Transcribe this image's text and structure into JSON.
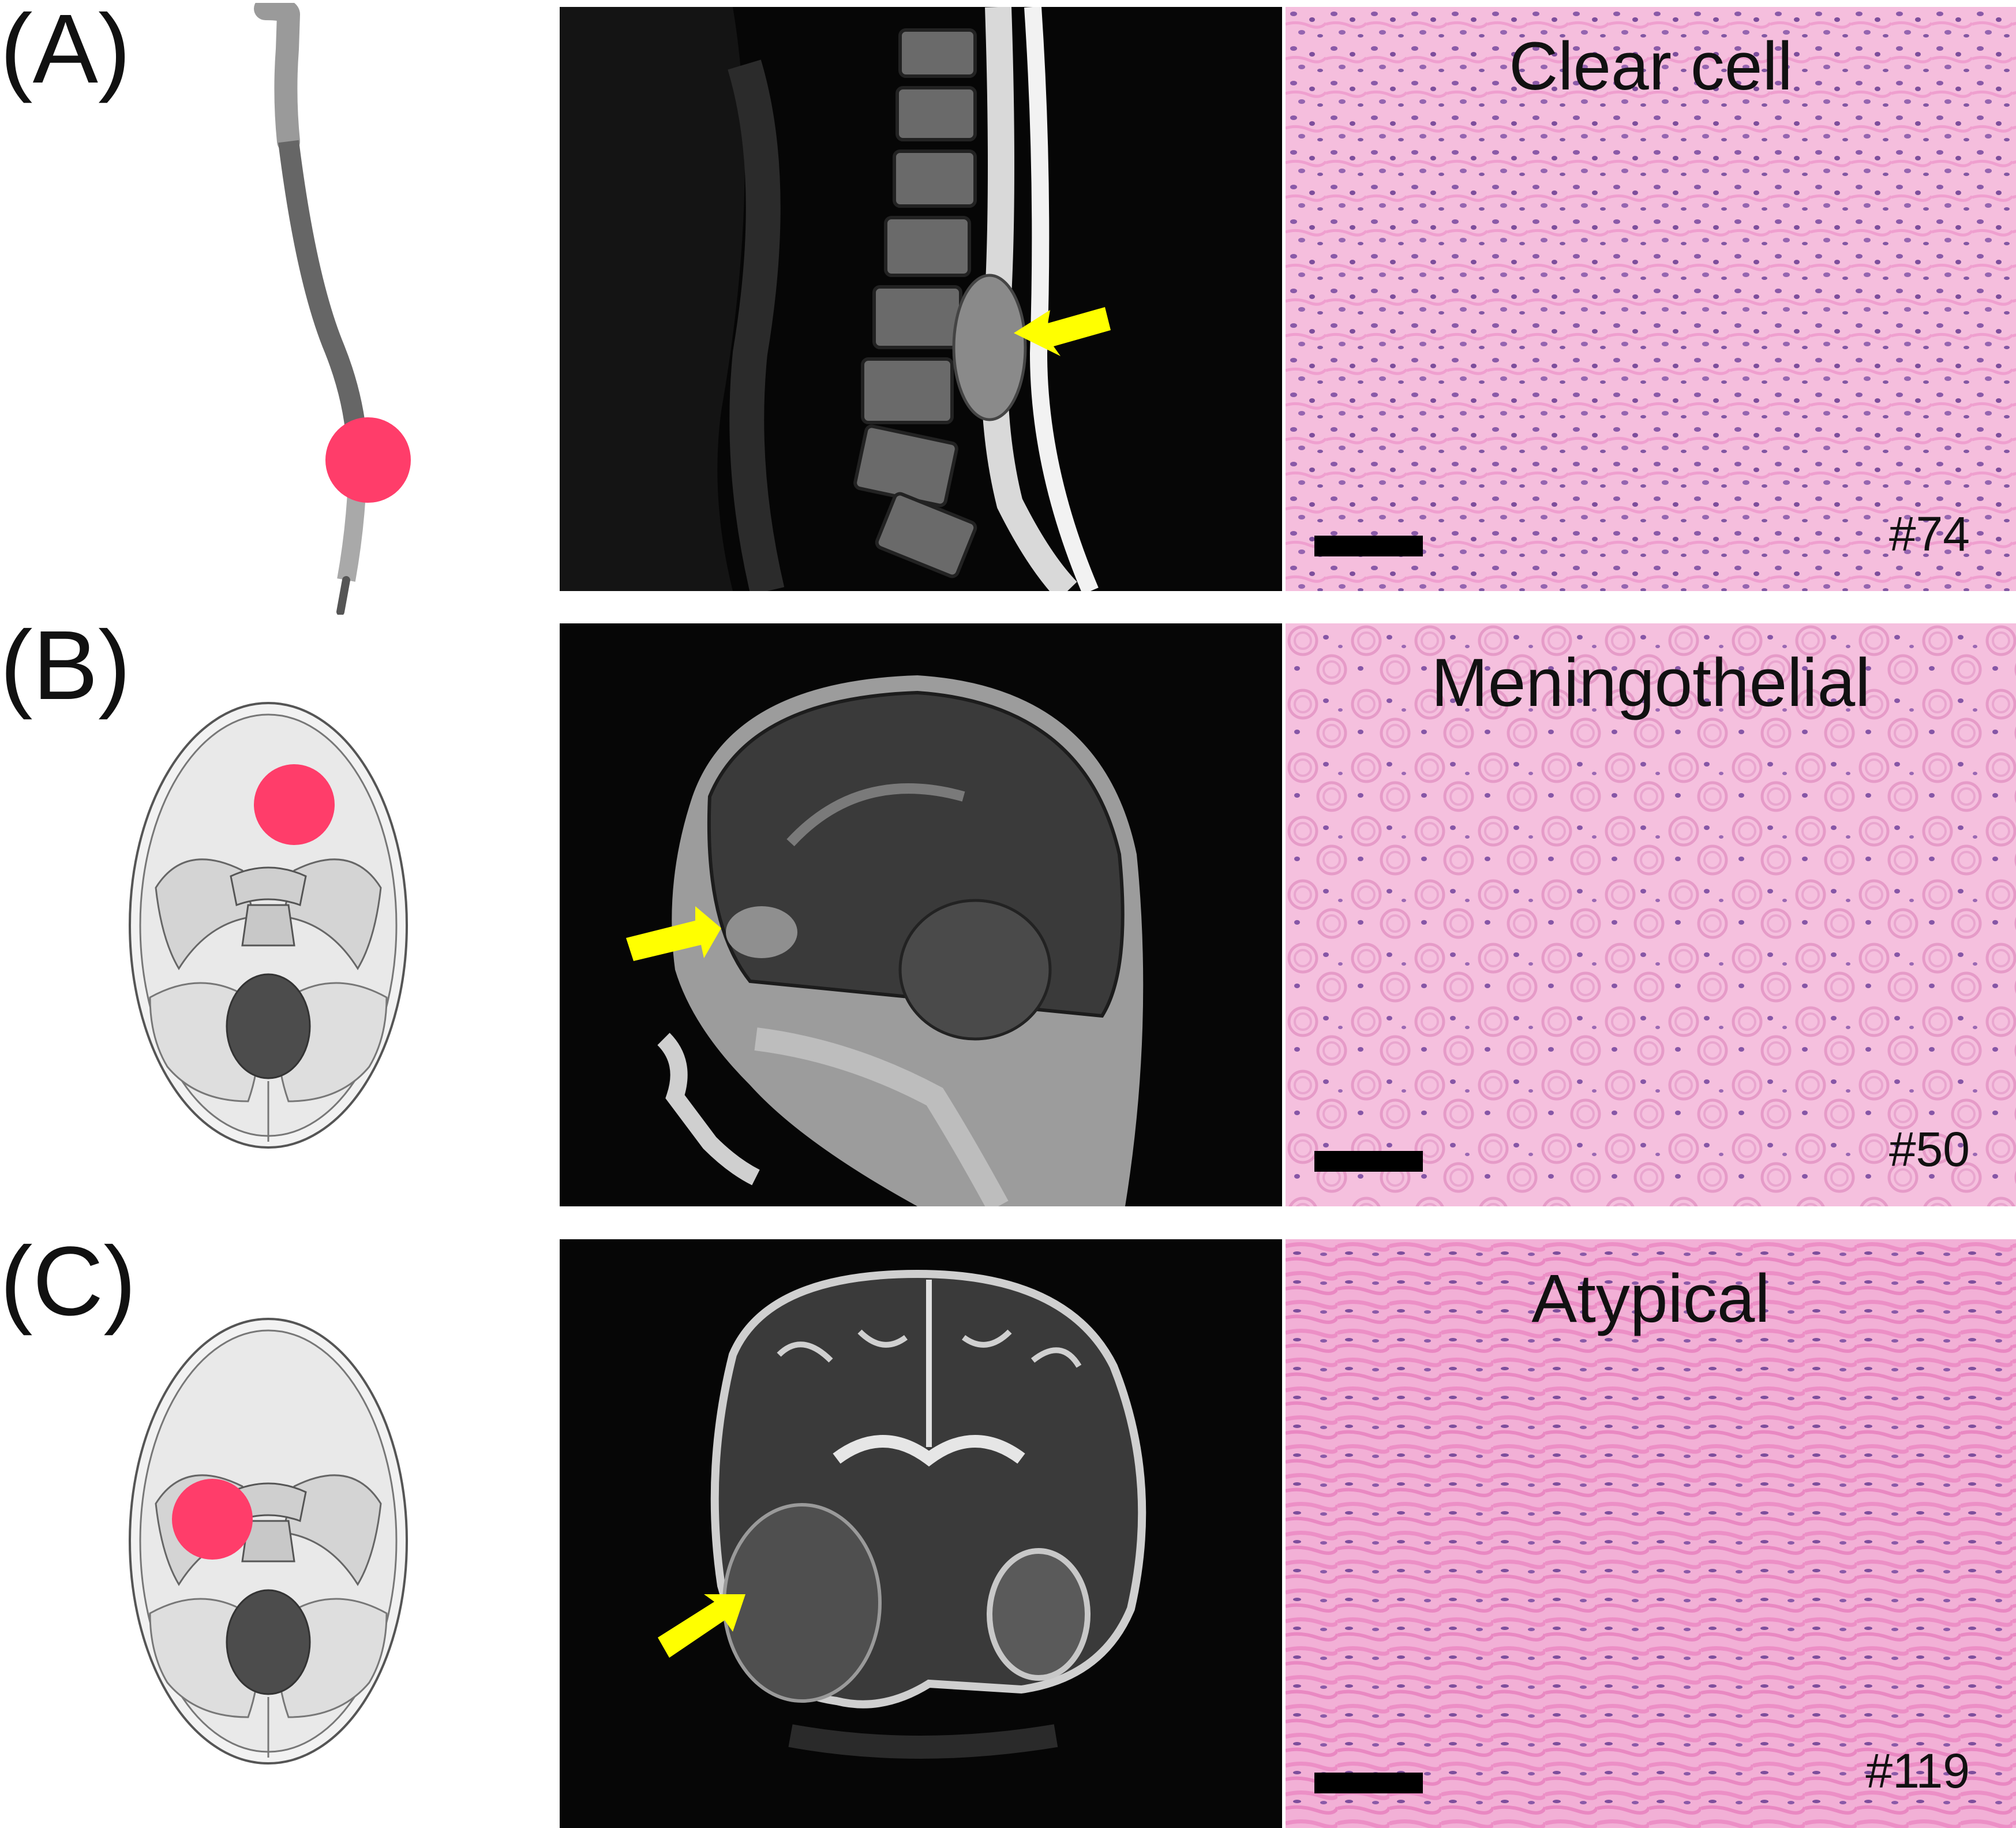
{
  "panels": [
    {
      "label": "(A)",
      "histology_title": "Clear cell",
      "case_id": "#74",
      "site_icon": "spine-icon"
    },
    {
      "label": "(B)",
      "histology_title": "Meningothelial",
      "case_id": "#50",
      "site_icon": "skull-base-icon"
    },
    {
      "label": "(C)",
      "histology_title": "Atypical",
      "case_id": "#119",
      "site_icon": "skull-base-icon"
    }
  ],
  "colors": {
    "tumor_marker": "#ff3d6a",
    "arrow": "#ffff00",
    "histology_bg": "#f2b3d8",
    "mri_bg": "#060606"
  }
}
